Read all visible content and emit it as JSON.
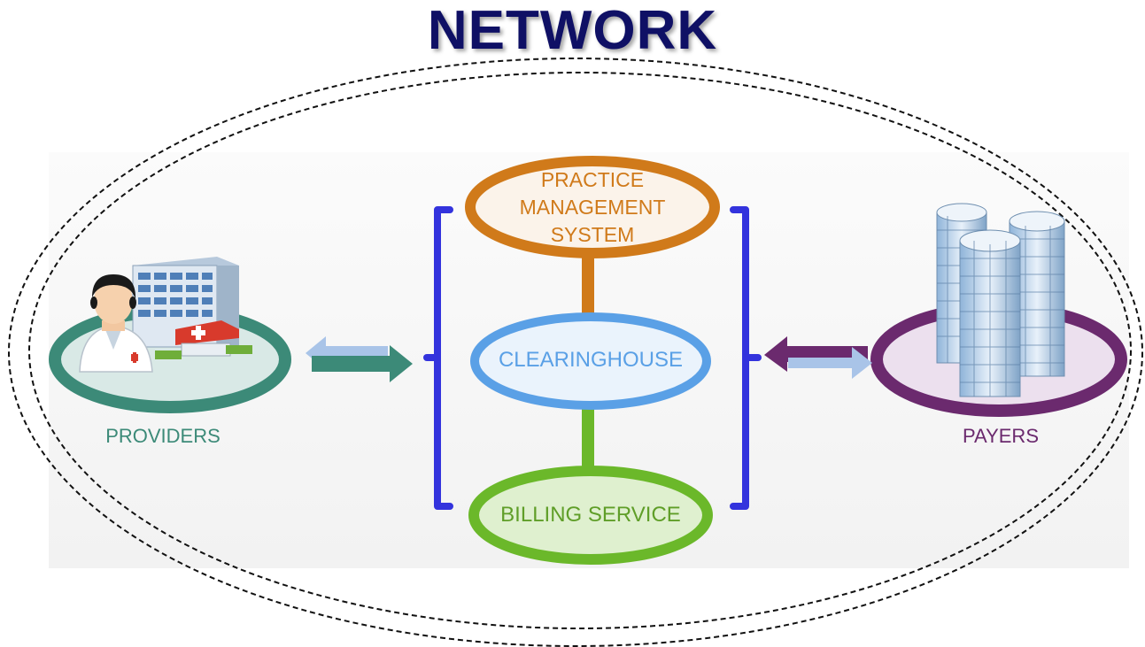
{
  "title": "NETWORK",
  "nodes": {
    "practice_management": {
      "line1": "PRACTICE",
      "line2": "MANAGEMENT",
      "line3": "SYSTEM"
    },
    "clearinghouse": "CLEARINGHOUSE",
    "billing_service": "BILLING SERVICE",
    "providers": "PROVIDERS",
    "payers": "PAYERS"
  },
  "icons": {
    "providers": "doctor-hospital-icon",
    "payers": "office-towers-icon"
  },
  "colors": {
    "title": "#0f1065",
    "practice_management": "#d07a1a",
    "clearinghouse": "#5aa0e6",
    "billing_service": "#6bb82a",
    "providers": "#3c8a78",
    "payers": "#6b2a6e",
    "bracket": "#3333dd",
    "arrow_light": "#a9c4e8"
  }
}
